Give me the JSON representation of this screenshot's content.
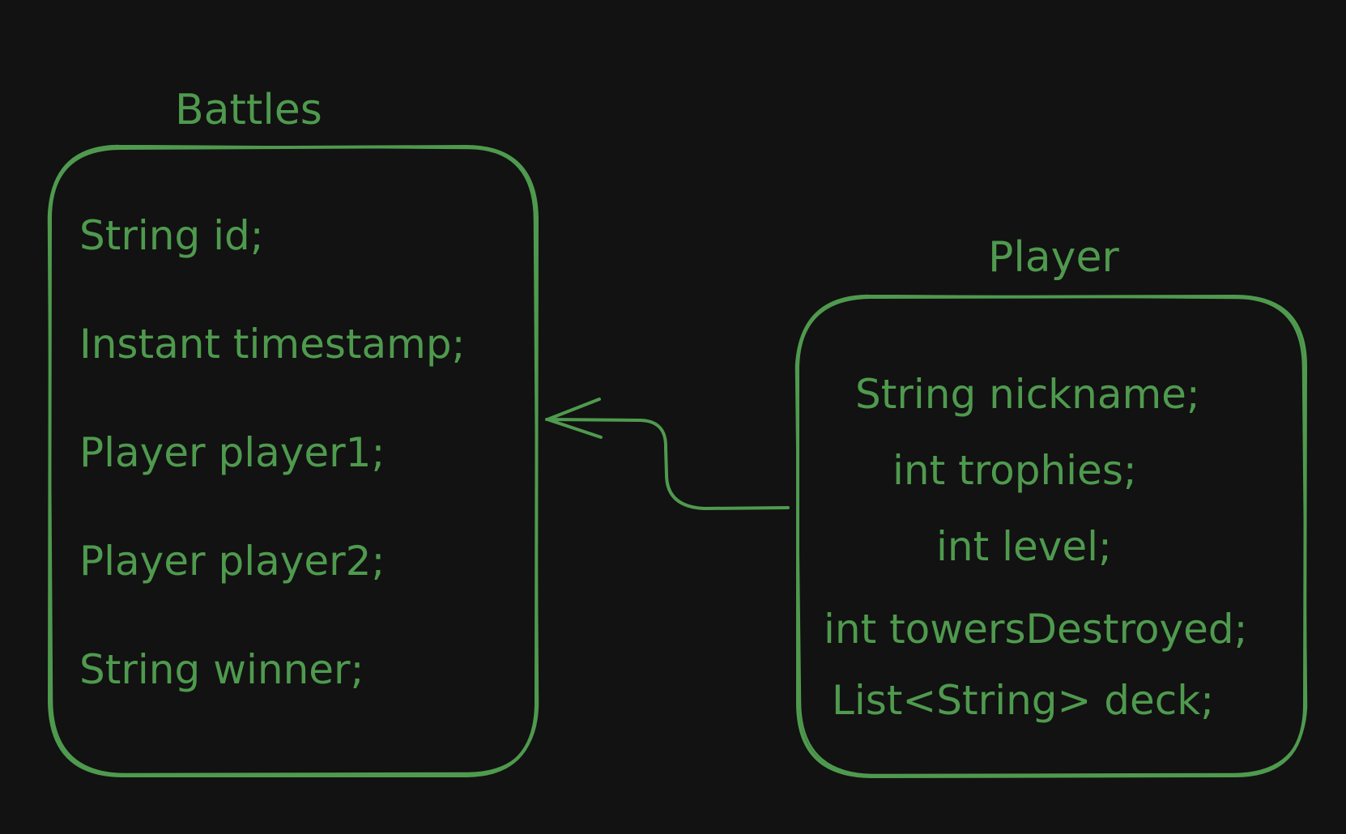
{
  "colors": {
    "background": "#121212",
    "stroke": "#4f9a4e",
    "text": "#4f9a4e"
  },
  "battles": {
    "title": "Battles",
    "fields": [
      "String id;",
      "Instant timestamp;",
      "Player player1;",
      "Player player2;",
      "String winner;"
    ]
  },
  "player": {
    "title": "Player",
    "fields": [
      "String nickname;",
      "int trophies;",
      "int level;",
      "int towersDestroyed;",
      "List<String> deck;"
    ]
  }
}
